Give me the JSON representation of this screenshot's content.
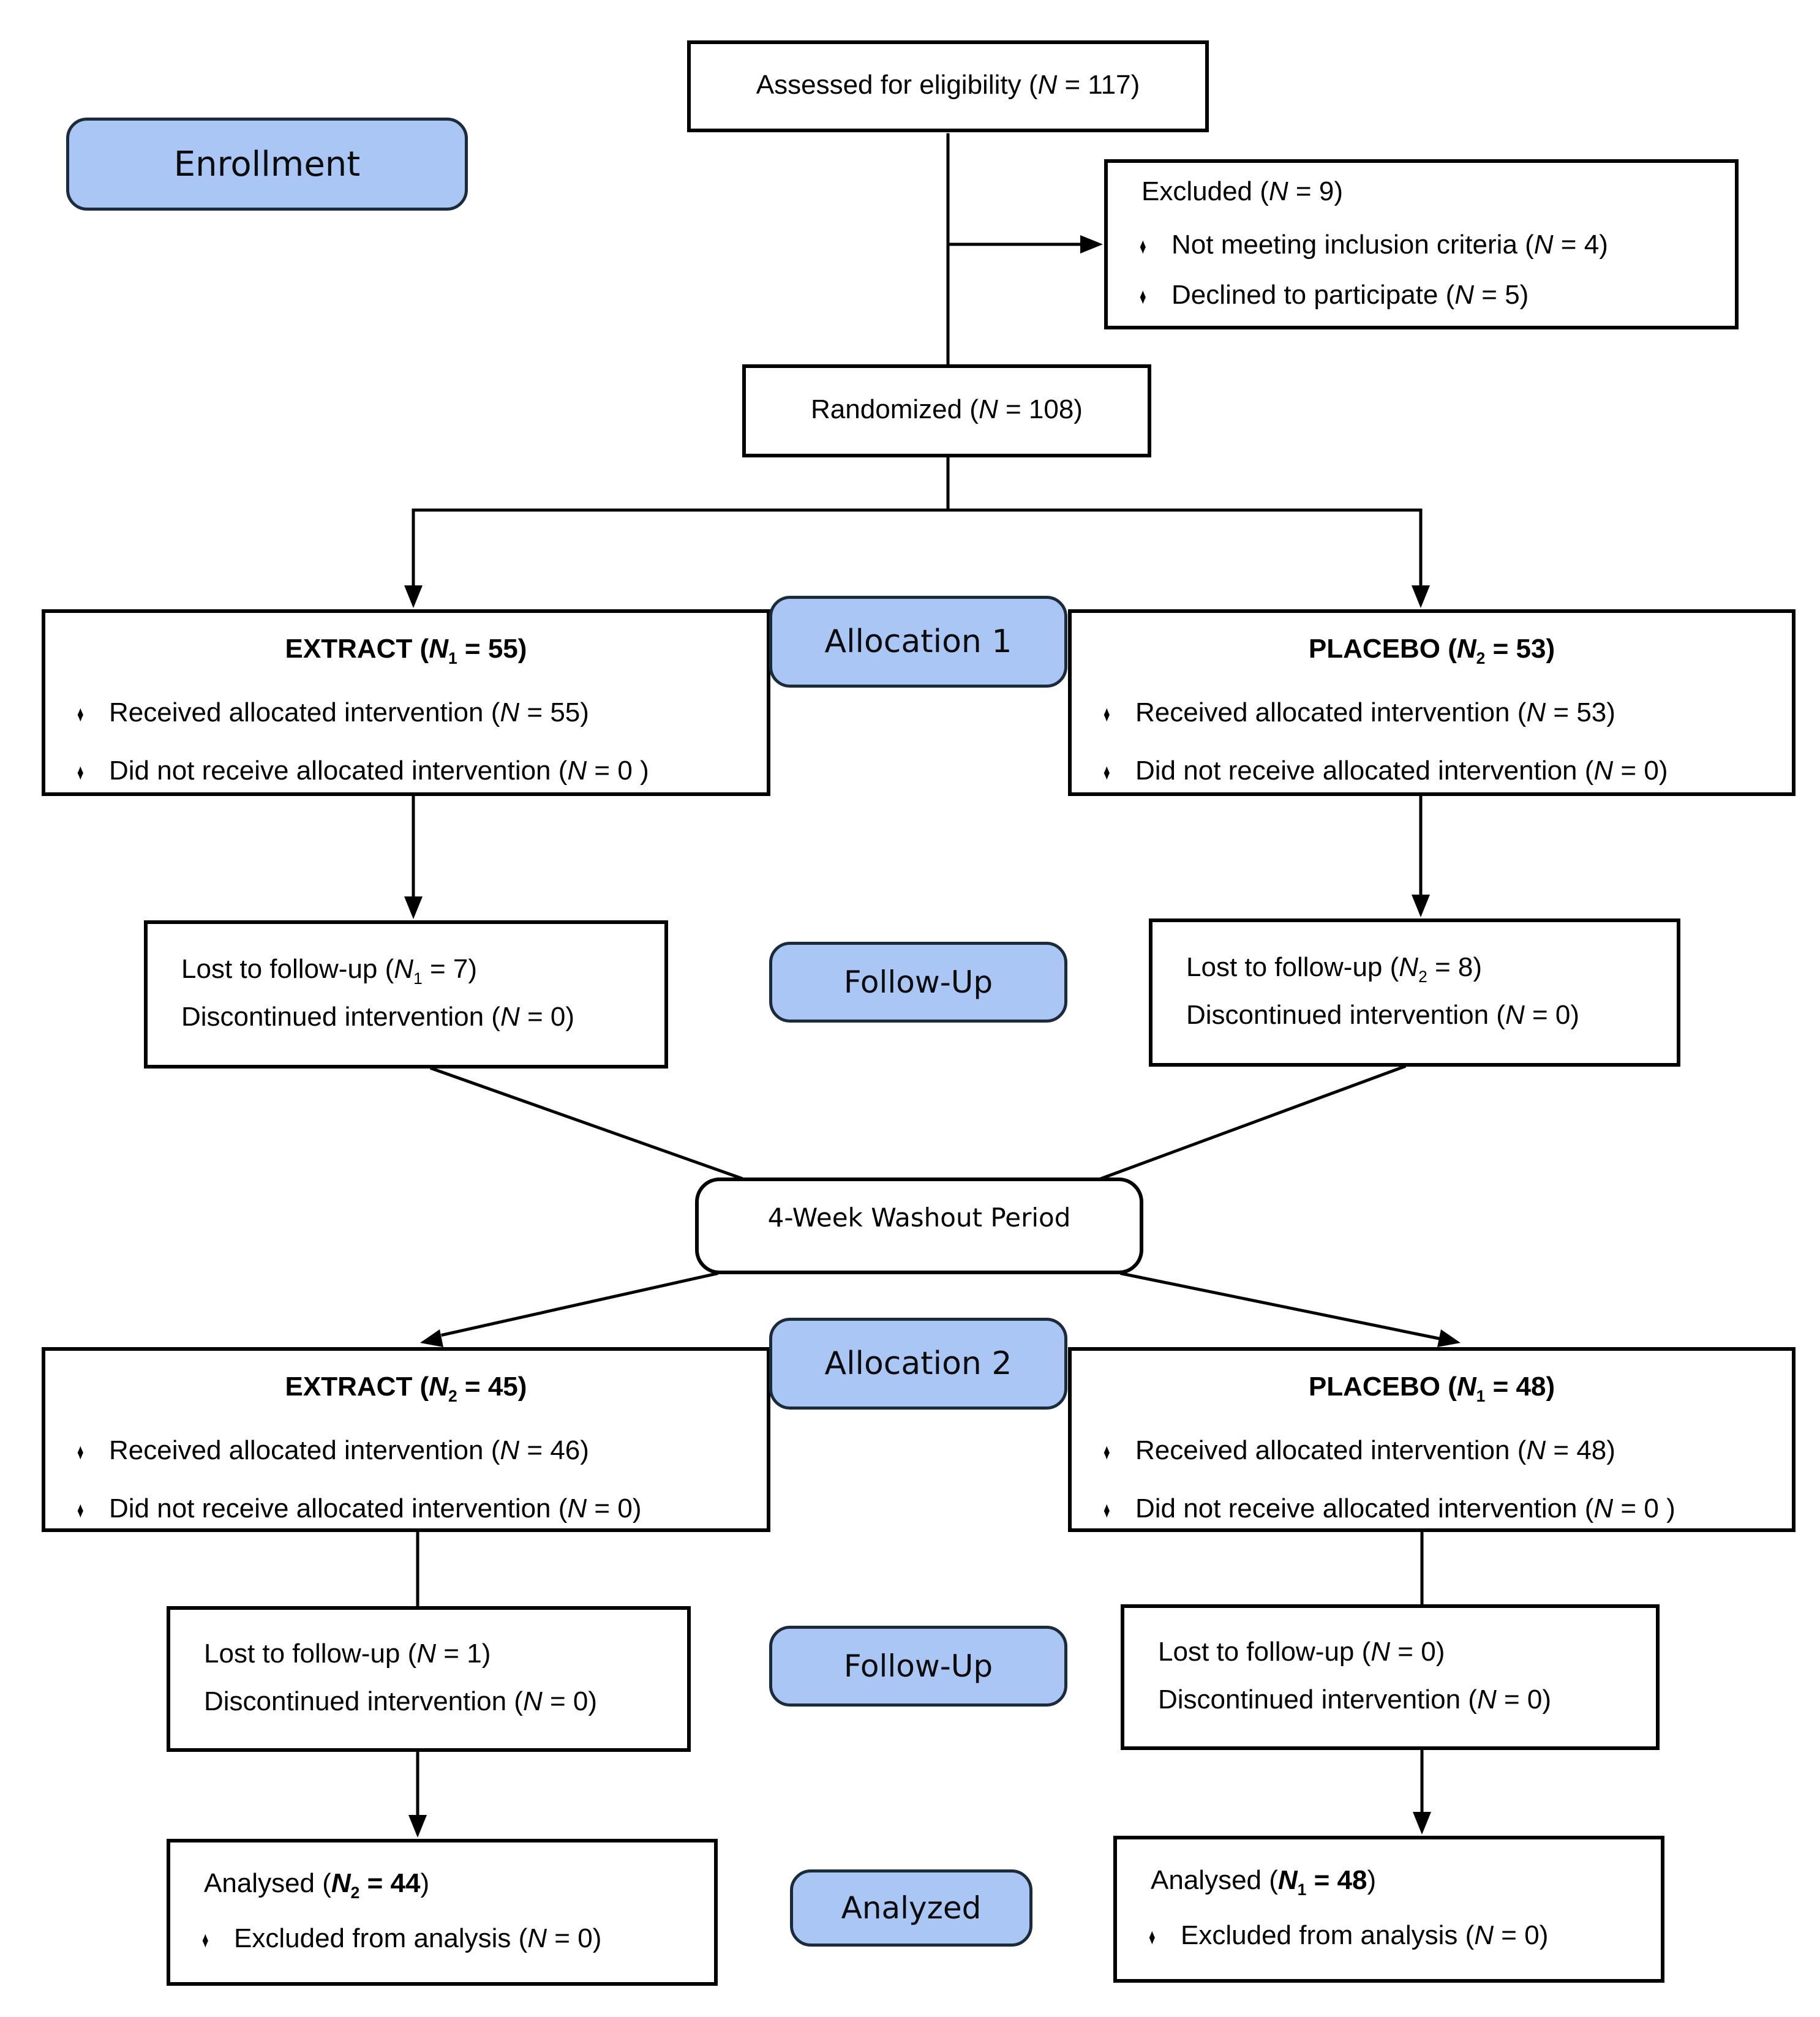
{
  "palette": {
    "stage_fill": "#a9c6f5",
    "stage_border": "#1c2b3a",
    "line_color": "#000000",
    "bullet": "♦"
  },
  "stages": {
    "enrollment": "Enrollment",
    "allocation1": "Allocation 1",
    "followup1": "Follow-Up",
    "allocation2": "Allocation 2",
    "followup2": "Follow-Up",
    "analyzed": "Analyzed"
  },
  "boxes": {
    "assessed": {
      "line": {
        "pre": "Assessed for eligibility (",
        "n": "N",
        "sub": "",
        "mid": " = ",
        "val": "117",
        "post": ")"
      }
    },
    "excluded": {
      "title": {
        "pre": "Excluded (",
        "n": "N",
        "sub": "",
        "mid": " = ",
        "val": "9",
        "post": ")"
      },
      "items": [
        {
          "pre": "Not meeting inclusion criteria (",
          "n": "N",
          "sub": "",
          "mid": " = ",
          "val": "4",
          "post": ")"
        },
        {
          "pre": "Declined to participate (",
          "n": "N",
          "sub": "",
          "mid": " = ",
          "val": "5",
          "post": ")"
        }
      ]
    },
    "randomized": {
      "line": {
        "pre": "Randomized (",
        "n": "N",
        "sub": "",
        "mid": " = ",
        "val": "108",
        "post": ")"
      }
    },
    "alloc1_left": {
      "title": {
        "pre": "EXTRACT (",
        "n": "N",
        "sub": "1",
        "mid": " = ",
        "val": "55",
        "post": ")"
      },
      "items": [
        {
          "pre": "Received allocated intervention (",
          "n": "N",
          "sub": "",
          "mid": " = ",
          "val": "55",
          "post": ")"
        },
        {
          "pre": "Did not receive allocated intervention (",
          "n": "N",
          "sub": "",
          "mid": " = ",
          "val": "0",
          "post": " )"
        }
      ]
    },
    "alloc1_right": {
      "title": {
        "pre": "PLACEBO (",
        "n": "N",
        "sub": "2",
        "mid": " = ",
        "val": "53",
        "post": ")"
      },
      "items": [
        {
          "pre": "Received allocated intervention (",
          "n": "N",
          "sub": "",
          "mid": " = ",
          "val": "53",
          "post": ")"
        },
        {
          "pre": "Did not receive allocated intervention (",
          "n": "N",
          "sub": "",
          "mid": " = ",
          "val": "0",
          "post": ")"
        }
      ]
    },
    "fu1_left": {
      "lines": [
        {
          "pre": "Lost to follow-up (",
          "n": "N",
          "sub": "1",
          "mid": " = ",
          "val": "7",
          "post": ")"
        },
        {
          "pre": "Discontinued intervention (",
          "n": "N",
          "sub": "",
          "mid": " = ",
          "val": "0",
          "post": ")"
        }
      ]
    },
    "fu1_right": {
      "lines": [
        {
          "pre": "Lost to follow-up (",
          "n": "N",
          "sub": "2",
          "mid": " = ",
          "val": "8",
          "post": ")"
        },
        {
          "pre": "Discontinued intervention (",
          "n": "N",
          "sub": "",
          "mid": " = ",
          "val": "0",
          "post": ")"
        }
      ]
    },
    "washout": {
      "label": "4-Week Washout Period"
    },
    "alloc2_left": {
      "title": {
        "pre": "EXTRACT (",
        "n": "N",
        "sub": "2",
        "mid": " = ",
        "val": "45",
        "post": ")"
      },
      "items": [
        {
          "pre": "Received allocated intervention (",
          "n": "N",
          "sub": "",
          "mid": " = ",
          "val": "46",
          "post": ")"
        },
        {
          "pre": "Did not receive allocated intervention (",
          "n": "N",
          "sub": "",
          "mid": " = ",
          "val": "0",
          "post": ")"
        }
      ]
    },
    "alloc2_right": {
      "title": {
        "pre": "PLACEBO (",
        "n": "N",
        "sub": "1",
        "mid": " = ",
        "val": "48",
        "post": ")"
      },
      "items": [
        {
          "pre": "Received allocated intervention (",
          "n": "N",
          "sub": "",
          "mid": " = ",
          "val": "48",
          "post": ")"
        },
        {
          "pre": "Did not receive allocated intervention (",
          "n": "N",
          "sub": "",
          "mid": " = ",
          "val": "0",
          "post": " )"
        }
      ]
    },
    "fu2_left": {
      "lines": [
        {
          "pre": "Lost to follow-up (",
          "n": "N",
          "sub": "",
          "mid": " = ",
          "val": "1",
          "post": ")"
        },
        {
          "pre": "Discontinued intervention (",
          "n": "N",
          "sub": "",
          "mid": " = ",
          "val": "0",
          "post": ")"
        }
      ]
    },
    "fu2_right": {
      "lines": [
        {
          "pre": "Lost to follow-up (",
          "n": "N",
          "sub": "",
          "mid": " = ",
          "val": "0",
          "post": ")"
        },
        {
          "pre": "Discontinued intervention (",
          "n": "N",
          "sub": "",
          "mid": " = ",
          "val": "0",
          "post": ")"
        }
      ]
    },
    "analysed_left": {
      "title": {
        "pre": "Analysed (",
        "n": "N",
        "sub": "2",
        "mid": " = ",
        "val": "44",
        "post": ")"
      },
      "items": [
        {
          "pre": "Excluded from analysis (",
          "n": "N",
          "sub": "",
          "mid": " = ",
          "val": "0",
          "post": ")"
        }
      ]
    },
    "analysed_right": {
      "title": {
        "pre": "Analysed (",
        "n": "N",
        "sub": "1",
        "mid": " = ",
        "val": "48",
        "post": ")"
      },
      "items": [
        {
          "pre": "Excluded from analysis (",
          "n": "N",
          "sub": "",
          "mid": " = ",
          "val": "0",
          "post": ")"
        }
      ]
    }
  }
}
